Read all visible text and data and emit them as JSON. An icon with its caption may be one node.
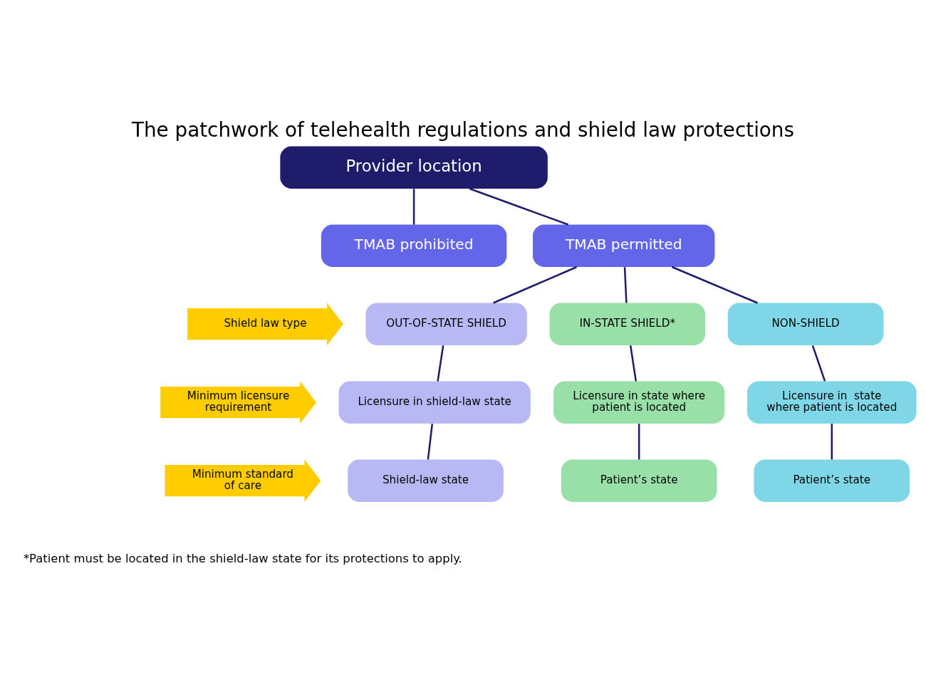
{
  "diagram": {
    "title": "The patchwork of telehealth regulations and shield law protections",
    "caption": "*Patient must be located in the shield-law state for its protections to apply.",
    "nodes": [
      {
        "text": [
          "Provider location"
        ]
      },
      {
        "text": [
          "TMAB permitted"
        ]
      },
      {
        "text": [
          "TMAB prohibited"
        ]
      },
      {
        "text": [
          "Shield law type"
        ]
      },
      {
        "text": [
          "OUT-OF-STATE SHIELD"
        ]
      },
      {
        "text": [
          "IN-STATE SHIELD*"
        ]
      },
      {
        "text": [
          "NON-SHIELD"
        ]
      },
      {
        "text": [
          "Minimum licensure requirement"
        ]
      },
      {
        "text": [
          "Licensure in shield-law state"
        ]
      },
      {
        "text": [
          "Licensure in state where patient is located"
        ]
      },
      {
        "text": [
          "Licensure in  state where patient is located"
        ]
      },
      {
        "text": [
          "Minimum standard of care"
        ]
      },
      {
        "text": [
          "Shield-law state"
        ]
      },
      {
        "text": [
          "Patient’s state"
        ]
      },
      {
        "text": [
          "Patient’s state"
        ]
      }
    ],
    "edges": [
      {
        "from": 0,
        "to": 1,
        "arrow": "none"
      },
      {
        "from": 0,
        "to": 2,
        "arrow": "none"
      },
      {
        "from": 1,
        "to": 4,
        "arrow": "none"
      },
      {
        "from": 1,
        "to": 5,
        "arrow": "none"
      },
      {
        "from": 1,
        "to": 6,
        "arrow": "none"
      },
      {
        "from": 4,
        "to": 8,
        "arrow": "none"
      },
      {
        "from": 8,
        "to": 12,
        "arrow": "none"
      },
      {
        "from": 5,
        "to": 9,
        "arrow": "none"
      },
      {
        "from": 9,
        "to": 13,
        "arrow": "none"
      },
      {
        "from": 6,
        "to": 10,
        "arrow": "none"
      },
      {
        "from": 10,
        "to": 14,
        "arrow": "none"
      }
    ]
  }
}
